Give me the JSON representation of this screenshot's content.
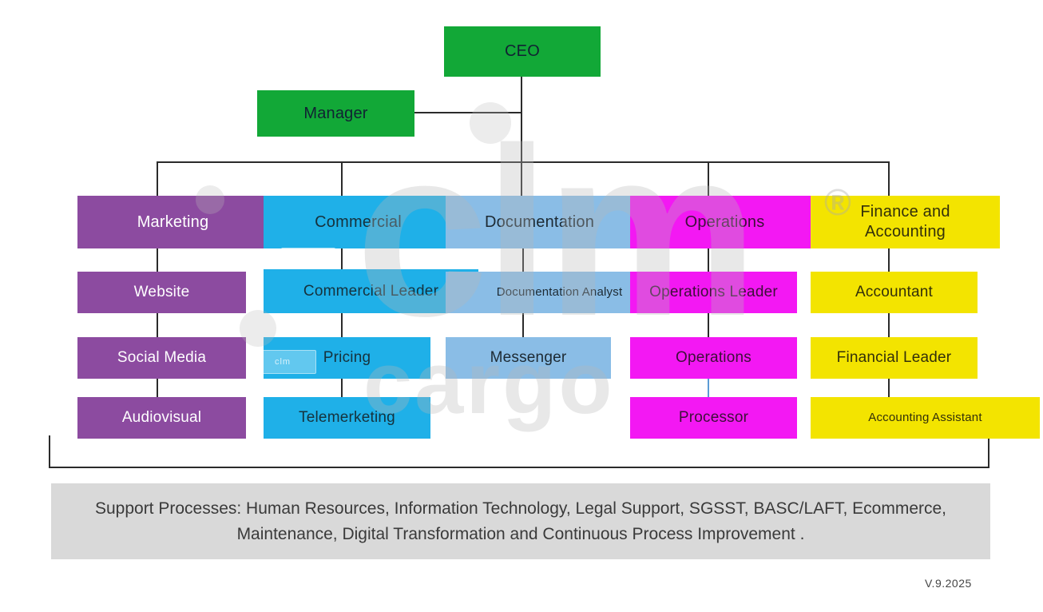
{
  "org": {
    "ceo": "CEO",
    "manager": "Manager",
    "columns": [
      {
        "header": "Marketing",
        "items": [
          "Website",
          "Social Media",
          "Audiovisual"
        ]
      },
      {
        "header": "Commercial",
        "items": [
          "Commercial Leader",
          "Pricing",
          "Telemerketing"
        ]
      },
      {
        "header": "Documentation",
        "items": [
          "Documentation Analyst",
          "Messenger"
        ]
      },
      {
        "header": "Operations",
        "items": [
          "Operations Leader",
          "Operations",
          "Processor"
        ]
      },
      {
        "header": "Finance and Accounting",
        "items": [
          "Accountant",
          "Financial Leader",
          "Accounting Assistant"
        ]
      }
    ]
  },
  "support_note": "Support Processes: Human Resources, Information Technology, Legal Support, SGSST, BASC/LAFT, Ecommerce, Maintenance, Digital Transformation and Continuous Process Improvement .",
  "version": "V.9.2025",
  "watermark": {
    "word1": "clm",
    "word2": "cargo",
    "registered": "®",
    "chip": "clm"
  },
  "colors": {
    "executive": "#12A837",
    "marketing": "#8C4BA0",
    "commercial": "#1FB0E8",
    "documentation": "#8ABDE6",
    "operations": "#F318F3",
    "finance": "#F3E400",
    "support_bg": "#D9D9D9",
    "connector": "#2B2B2B",
    "connector_blue": "#5B9BD5"
  }
}
